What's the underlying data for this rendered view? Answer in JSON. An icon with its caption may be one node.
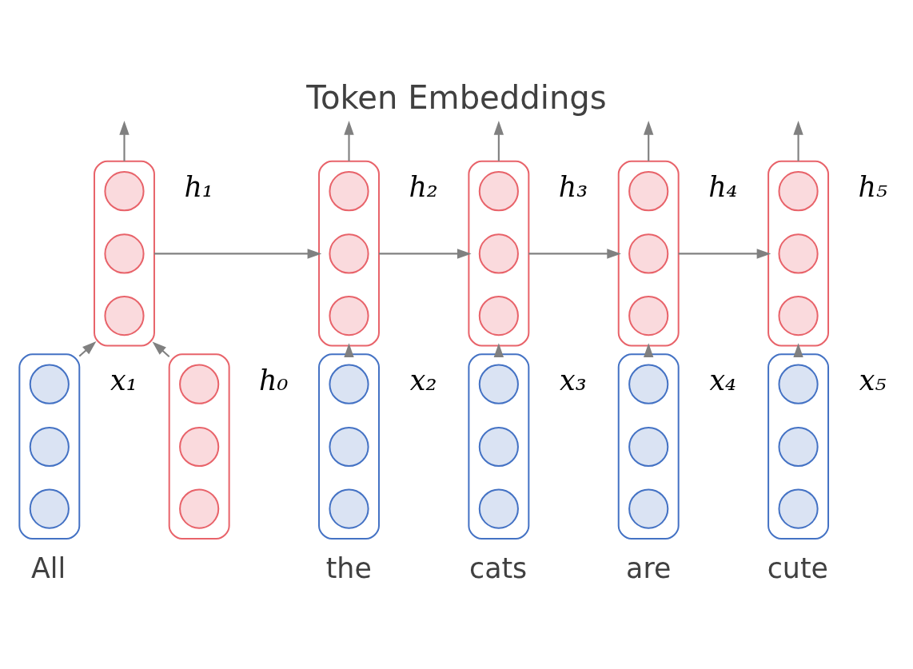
{
  "diagram": {
    "title": "Token Embeddings",
    "nodes": [
      {
        "text": [],
        "shape": "box",
        "beside": [
          "h₀"
        ]
      },
      {
        "text": [],
        "shape": "circle",
        "in": 0
      },
      {
        "text": [],
        "shape": "circle",
        "in": 0
      },
      {
        "text": [],
        "shape": "circle",
        "in": 0
      },
      {
        "text": [],
        "shape": "box",
        "beside": [
          "h₁"
        ]
      },
      {
        "text": [],
        "shape": "circle",
        "in": 4
      },
      {
        "text": [],
        "shape": "circle",
        "in": 4
      },
      {
        "text": [],
        "shape": "circle",
        "in": 4
      },
      {
        "text": [],
        "shape": "box",
        "beside": [
          "h₂"
        ]
      },
      {
        "text": [],
        "shape": "circle",
        "in": 8
      },
      {
        "text": [],
        "shape": "circle",
        "in": 8
      },
      {
        "text": [],
        "shape": "circle",
        "in": 8
      },
      {
        "text": [],
        "shape": "box",
        "beside": [
          "h₃"
        ]
      },
      {
        "text": [],
        "shape": "circle",
        "in": 12
      },
      {
        "text": [],
        "shape": "circle",
        "in": 12
      },
      {
        "text": [],
        "shape": "circle",
        "in": 12
      },
      {
        "text": [],
        "shape": "box",
        "beside": [
          "h₄"
        ]
      },
      {
        "text": [],
        "shape": "circle",
        "in": 16
      },
      {
        "text": [],
        "shape": "circle",
        "in": 16
      },
      {
        "text": [],
        "shape": "circle",
        "in": 16
      },
      {
        "text": [],
        "shape": "box",
        "beside": [
          "h₅"
        ]
      },
      {
        "text": [],
        "shape": "circle",
        "in": 20
      },
      {
        "text": [],
        "shape": "circle",
        "in": 20
      },
      {
        "text": [],
        "shape": "circle",
        "in": 20
      },
      {
        "text": [],
        "shape": "box",
        "beside": [
          "x₁",
          "All"
        ]
      },
      {
        "text": [],
        "shape": "circle",
        "in": 24
      },
      {
        "text": [],
        "shape": "circle",
        "in": 24
      },
      {
        "text": [],
        "shape": "circle",
        "in": 24
      },
      {
        "text": [],
        "shape": "box",
        "beside": [
          "x₂",
          "the"
        ]
      },
      {
        "text": [],
        "shape": "circle",
        "in": 28
      },
      {
        "text": [],
        "shape": "circle",
        "in": 28
      },
      {
        "text": [],
        "shape": "circle",
        "in": 28
      },
      {
        "text": [],
        "shape": "box",
        "beside": [
          "x₃",
          "cats"
        ]
      },
      {
        "text": [],
        "shape": "circle",
        "in": 32
      },
      {
        "text": [],
        "shape": "circle",
        "in": 32
      },
      {
        "text": [],
        "shape": "circle",
        "in": 32
      },
      {
        "text": [],
        "shape": "box",
        "beside": [
          "x₄",
          "are"
        ]
      },
      {
        "text": [],
        "shape": "circle",
        "in": 36
      },
      {
        "text": [],
        "shape": "circle",
        "in": 36
      },
      {
        "text": [],
        "shape": "circle",
        "in": 36
      },
      {
        "text": [],
        "shape": "box",
        "beside": [
          "x₅",
          "cute"
        ]
      },
      {
        "text": [],
        "shape": "circle",
        "in": 40
      },
      {
        "text": [],
        "shape": "circle",
        "in": 40
      },
      {
        "text": [],
        "shape": "circle",
        "in": 40
      }
    ],
    "edges": [
      {
        "from": 0,
        "to": 4,
        "arrow": "to"
      },
      {
        "from": 4,
        "to": 8,
        "arrow": "to"
      },
      {
        "from": 8,
        "to": 12,
        "arrow": "to"
      },
      {
        "from": 12,
        "to": 16,
        "arrow": "to"
      },
      {
        "from": 16,
        "to": 20,
        "arrow": "to"
      },
      {
        "from": 4,
        "to": null,
        "arrow": "to"
      },
      {
        "from": 8,
        "to": null,
        "arrow": "to"
      },
      {
        "from": 12,
        "to": null,
        "arrow": "to"
      },
      {
        "from": 16,
        "to": null,
        "arrow": "to"
      },
      {
        "from": 20,
        "to": null,
        "arrow": "to"
      },
      {
        "from": 24,
        "to": 4,
        "arrow": "to"
      },
      {
        "from": 28,
        "to": 8,
        "arrow": "to"
      },
      {
        "from": 32,
        "to": 12,
        "arrow": "to"
      },
      {
        "from": 36,
        "to": 16,
        "arrow": "to"
      },
      {
        "from": 40,
        "to": 20,
        "arrow": "to"
      }
    ]
  }
}
